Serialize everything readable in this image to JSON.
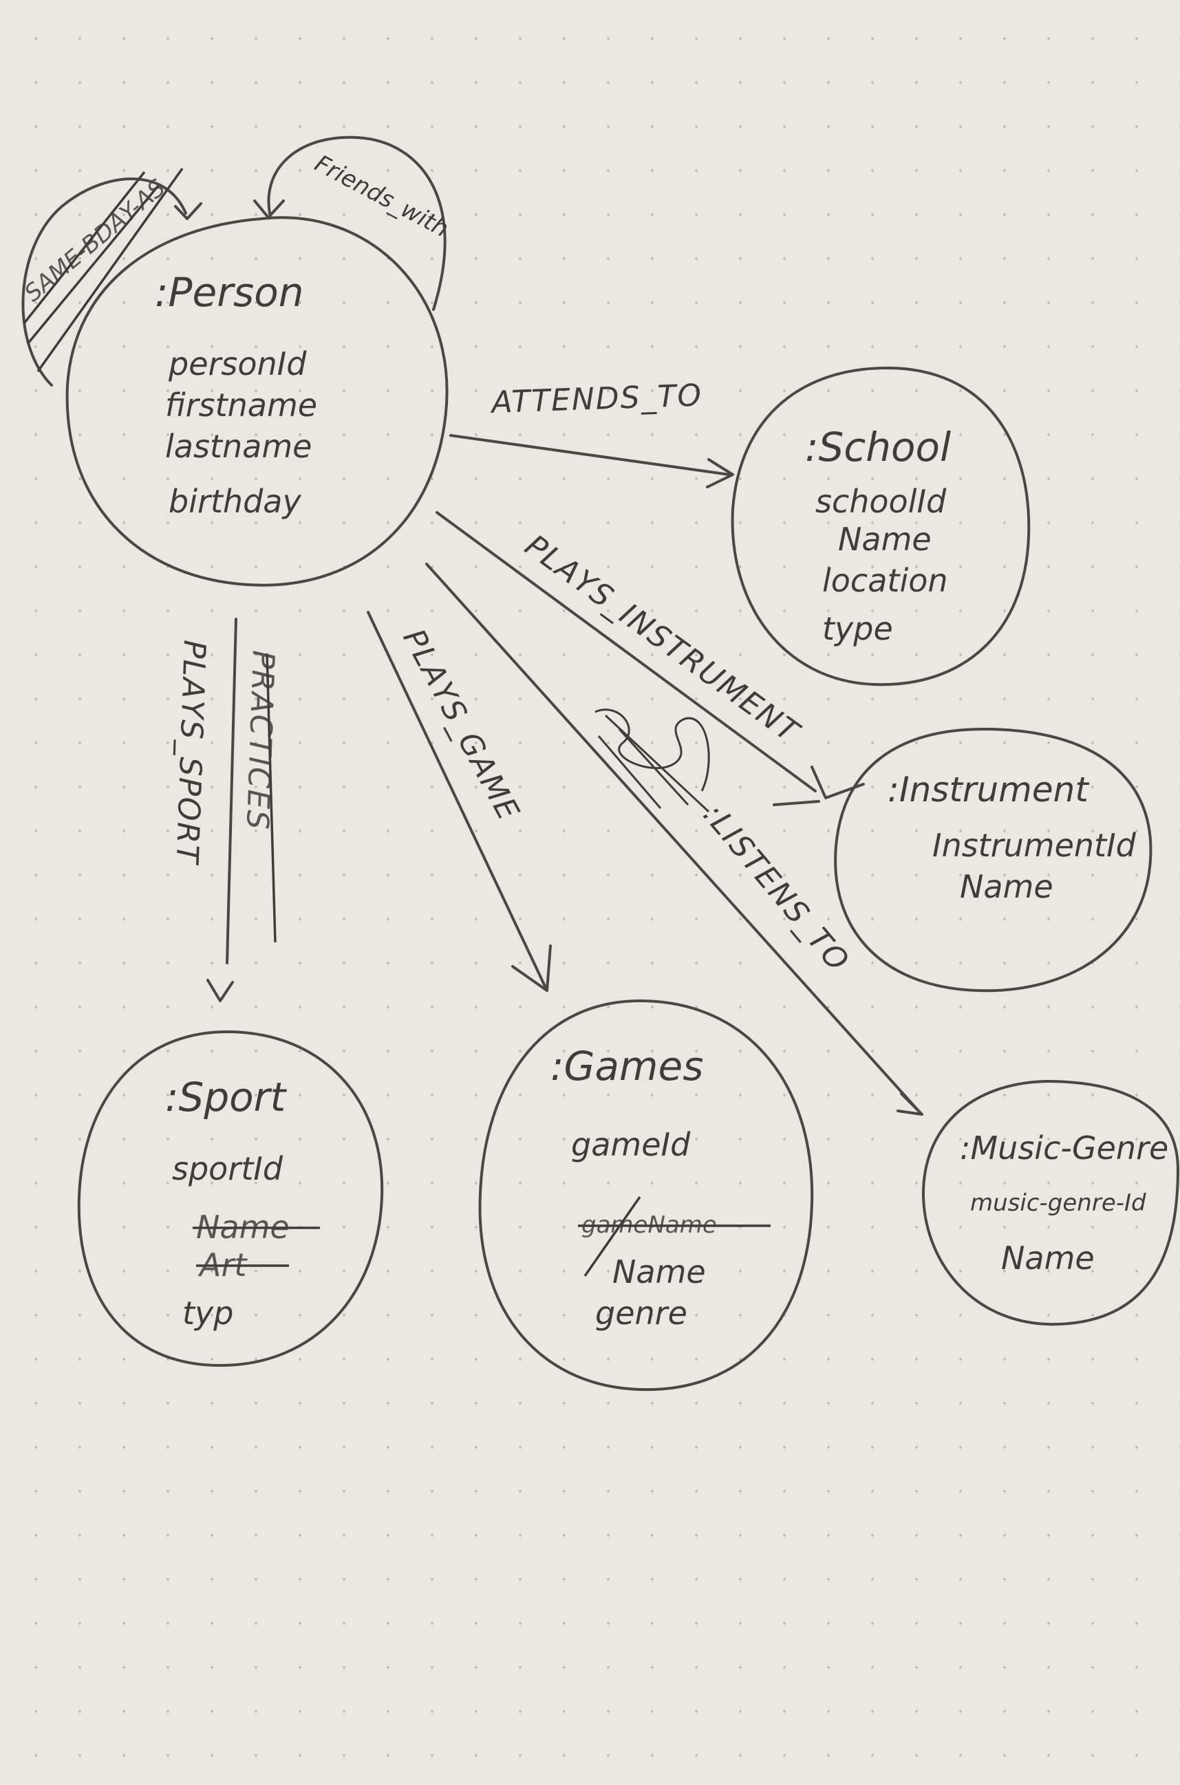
{
  "nodes": {
    "person": {
      "title": ":Person",
      "attributes": [
        "personId",
        "firstname",
        "lastname",
        "birthday"
      ]
    },
    "school": {
      "title": ":School",
      "attributes": [
        "schoolId",
        "Name",
        "location",
        "type"
      ]
    },
    "instrument": {
      "title": ":Instrument",
      "attributes": [
        "InstrumentId",
        "Name"
      ]
    },
    "sport": {
      "title": ":Sport",
      "attributes": [
        "sportId"
      ],
      "struck_attributes": [
        "Name",
        "Art"
      ],
      "attributes_after": [
        "typ"
      ]
    },
    "games": {
      "title": ":Games",
      "attributes": [
        "gameId"
      ],
      "struck_attributes": [
        "gameName"
      ],
      "attributes_after": [
        "Name",
        "genre"
      ]
    },
    "music_genre": {
      "title": ":Music-Genre",
      "attributes": [
        "music-genre-Id",
        "Name"
      ]
    }
  },
  "relationships": {
    "same_bday_as": "SAME-BDAY-AS",
    "friends_with": "Friends_with",
    "attends_to": "ATTENDS_TO",
    "plays_instrument": "PLAYS_INSTRUMENT",
    "listens_to": ":LISTENS_TO",
    "plays_game": "PLAYS_GAME",
    "plays_sport": "PLAYS_SPORT",
    "practices": "PRACTICES"
  }
}
